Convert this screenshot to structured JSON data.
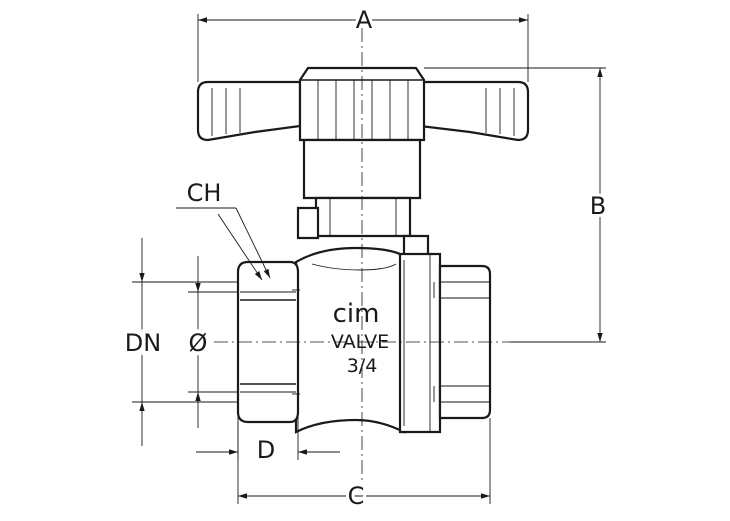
{
  "dimensions": {
    "a": "A",
    "b": "B",
    "c": "C",
    "d": "D",
    "ch": "CH",
    "dn": "DN",
    "diameter": "Ø"
  },
  "body_marking": {
    "logo": "cim",
    "word": "VALVE",
    "size": "3/4"
  }
}
